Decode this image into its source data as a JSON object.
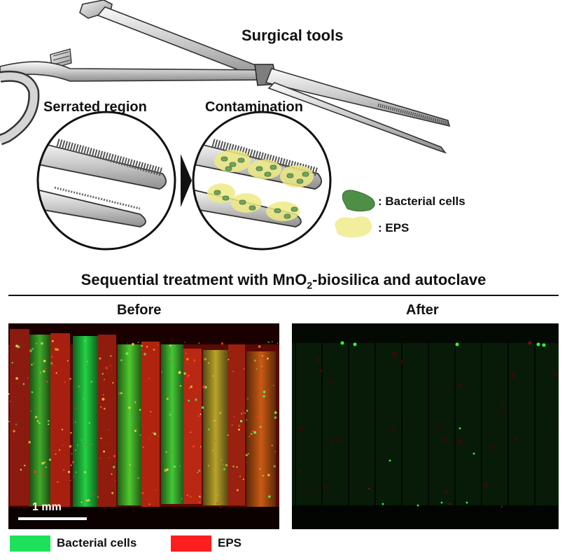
{
  "figure": {
    "top_title": "Surgical tools",
    "zoom_left_label": "Serrated region",
    "zoom_right_label": "Contamination",
    "legend_top": {
      "bacterial": ": Bacterial cells",
      "eps": ": EPS"
    },
    "panel_title_pre": "Sequential treatment with MnO",
    "panel_title_sub": "2",
    "panel_title_post": "-biosilica and autoclave",
    "before_label": "Before",
    "after_label": "After",
    "scale_bar_label": "1 mm",
    "legend_bottom": {
      "bacterial": "Bacterial cells",
      "eps": "EPS"
    }
  },
  "colors": {
    "bacterial_legend_top": "#4d8f47",
    "eps_legend_top": "#f2ee9e",
    "bacterial_fluor": "#1fe05a",
    "eps_fluor": "#ff1e1e"
  },
  "icons": {
    "tool": "hemostat-forceps",
    "arrow": "triangle-right"
  }
}
